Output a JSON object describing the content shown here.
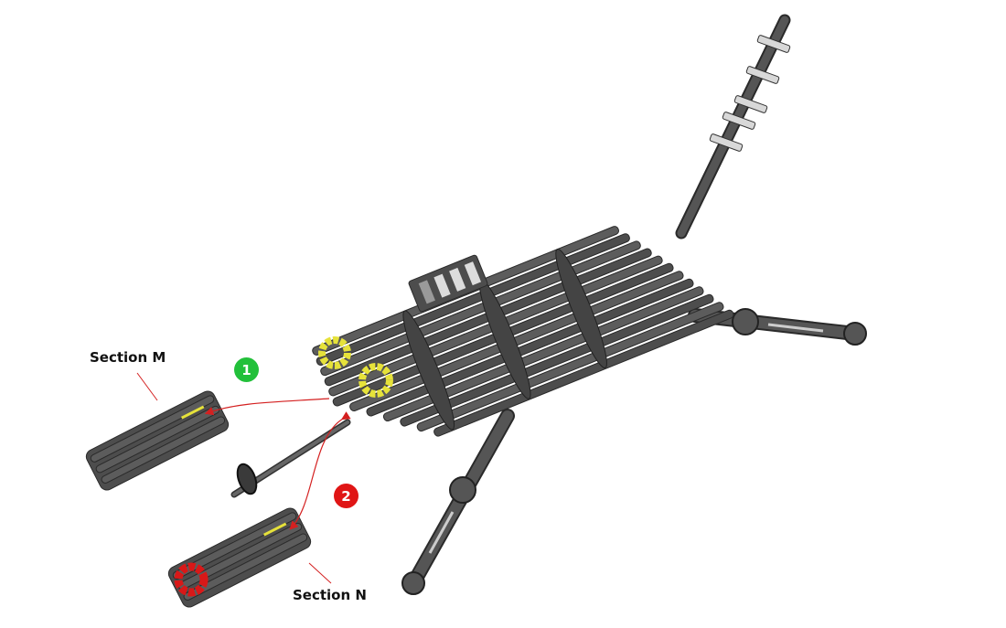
{
  "labels": {
    "section_m": "Section M",
    "section_n": "Section N"
  },
  "steps": [
    {
      "number": "1",
      "color": "#22c03a"
    },
    {
      "number": "2",
      "color": "#e01515"
    }
  ],
  "colors": {
    "part": "#4d4d4d",
    "highlight_yellow": "#e6e23a",
    "highlight_red": "#d81818",
    "arrow": "#d42020"
  }
}
